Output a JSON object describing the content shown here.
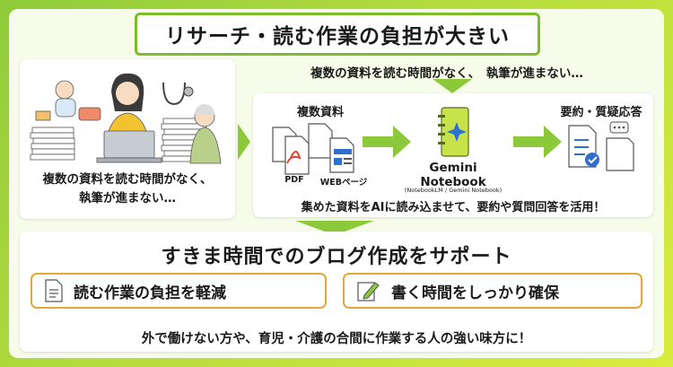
{
  "title": "リサーチ・読む作業の負担が大きい",
  "subtitle": "複数の資料を読む時間がなく、　執筆が進まない…",
  "left_card": {
    "caption_line1": "複数の資料を読む時間がなく、",
    "caption_line2": "執筆が進まない…"
  },
  "flow": {
    "sources_label": "複数資料",
    "pdf_label": "PDF",
    "web_label": "WEBページ",
    "gemini_line1": "Gemini",
    "gemini_line2": "Notebook",
    "gemini_sub": "(NotebookLM / Gemini Notebook)",
    "output_label": "要約・質疑応答",
    "bottom_text": "集めた資料をAIに読み込ませて、要約や質問回答を活用！"
  },
  "bottom": {
    "title": "すきま時間でのブログ作成をサポート",
    "pill1": "読む作業の負担を軽減",
    "pill2": "書く時間をしっかり確保",
    "note": "外で働けない方や、育児・介護の合間に作業する人の強い味方に！"
  },
  "colors": {
    "accent_green": "#8bc83a",
    "border_orange": "#e2a93a",
    "pdf_red": "#e0402f",
    "web_blue": "#2f6fd1"
  }
}
